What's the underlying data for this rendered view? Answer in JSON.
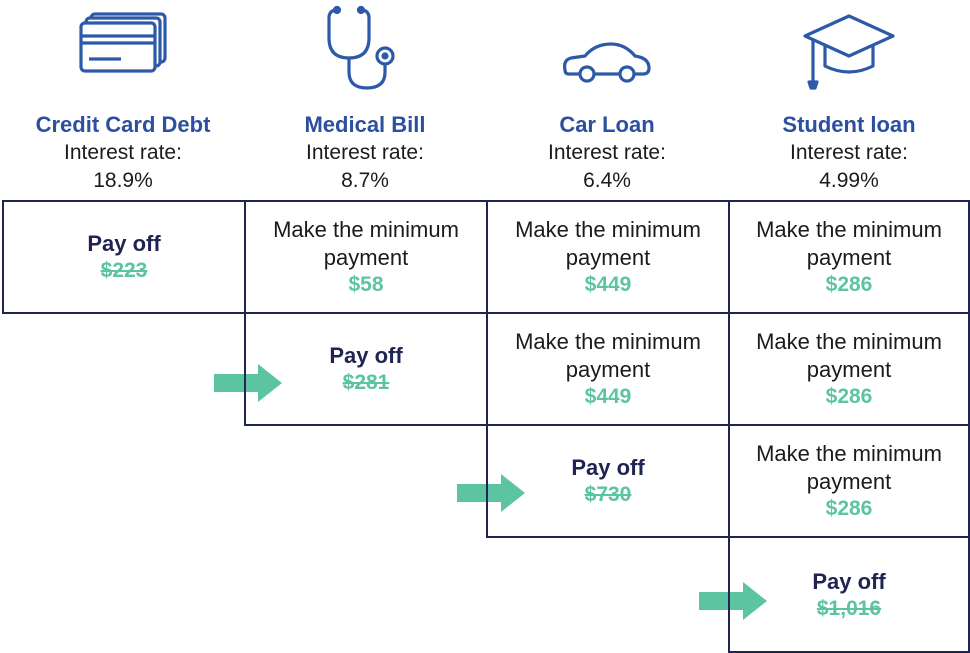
{
  "colors": {
    "title_blue": "#2c4fa0",
    "border_navy": "#1f2453",
    "accent_green": "#5cc4a0",
    "text_dark": "#1b1b1b"
  },
  "debts": [
    {
      "icon": "credit-card-icon",
      "name": "Credit Card Debt",
      "rate_label": "Interest rate:",
      "rate": "18.9%"
    },
    {
      "icon": "stethoscope-icon",
      "name": "Medical Bill",
      "rate_label": "Interest rate:",
      "rate": "8.7%"
    },
    {
      "icon": "car-icon",
      "name": "Car Loan",
      "rate_label": "Interest rate:",
      "rate": "6.4%"
    },
    {
      "icon": "graduation-cap-icon",
      "name": "Student loan",
      "rate_label": "Interest rate:",
      "rate": "4.99%"
    }
  ],
  "rows": [
    {
      "payoff": {
        "label": "Pay off",
        "amount": "$223"
      },
      "minimums": [
        {
          "label": "Make the minimum payment",
          "amount": "$58"
        },
        {
          "label": "Make the minimum payment",
          "amount": "$449"
        },
        {
          "label": "Make the minimum payment",
          "amount": "$286"
        }
      ]
    },
    {
      "payoff": {
        "label": "Pay off",
        "amount": "$281"
      },
      "minimums": [
        {
          "label": "Make the minimum payment",
          "amount": "$449"
        },
        {
          "label": "Make the minimum payment",
          "amount": "$286"
        }
      ]
    },
    {
      "payoff": {
        "label": "Pay off",
        "amount": "$730"
      },
      "minimums": [
        {
          "label": "Make the minimum payment",
          "amount": "$286"
        }
      ]
    },
    {
      "payoff": {
        "label": "Pay off",
        "amount": "$1,016"
      },
      "minimums": []
    }
  ],
  "arrows": [
    "arrow-icon",
    "arrow-icon",
    "arrow-icon"
  ]
}
